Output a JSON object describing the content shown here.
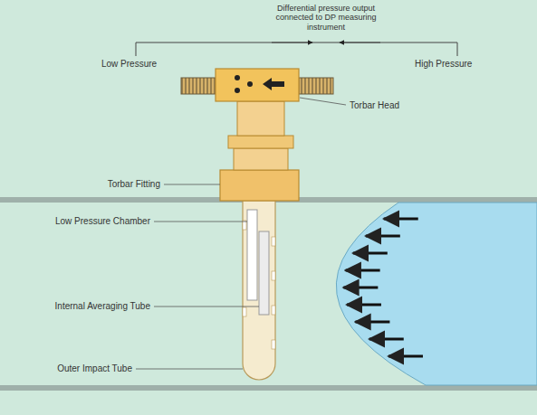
{
  "diagram": {
    "labels": [
      "Differential pressure output connected to DP measuring instrument",
      "Low Pressure",
      "High Pressure",
      "Torbar Head",
      "Torbar Fitting",
      "Low Pressure Chamber",
      "Internal Averaging Tube",
      "Outer Impact Tube"
    ]
  }
}
